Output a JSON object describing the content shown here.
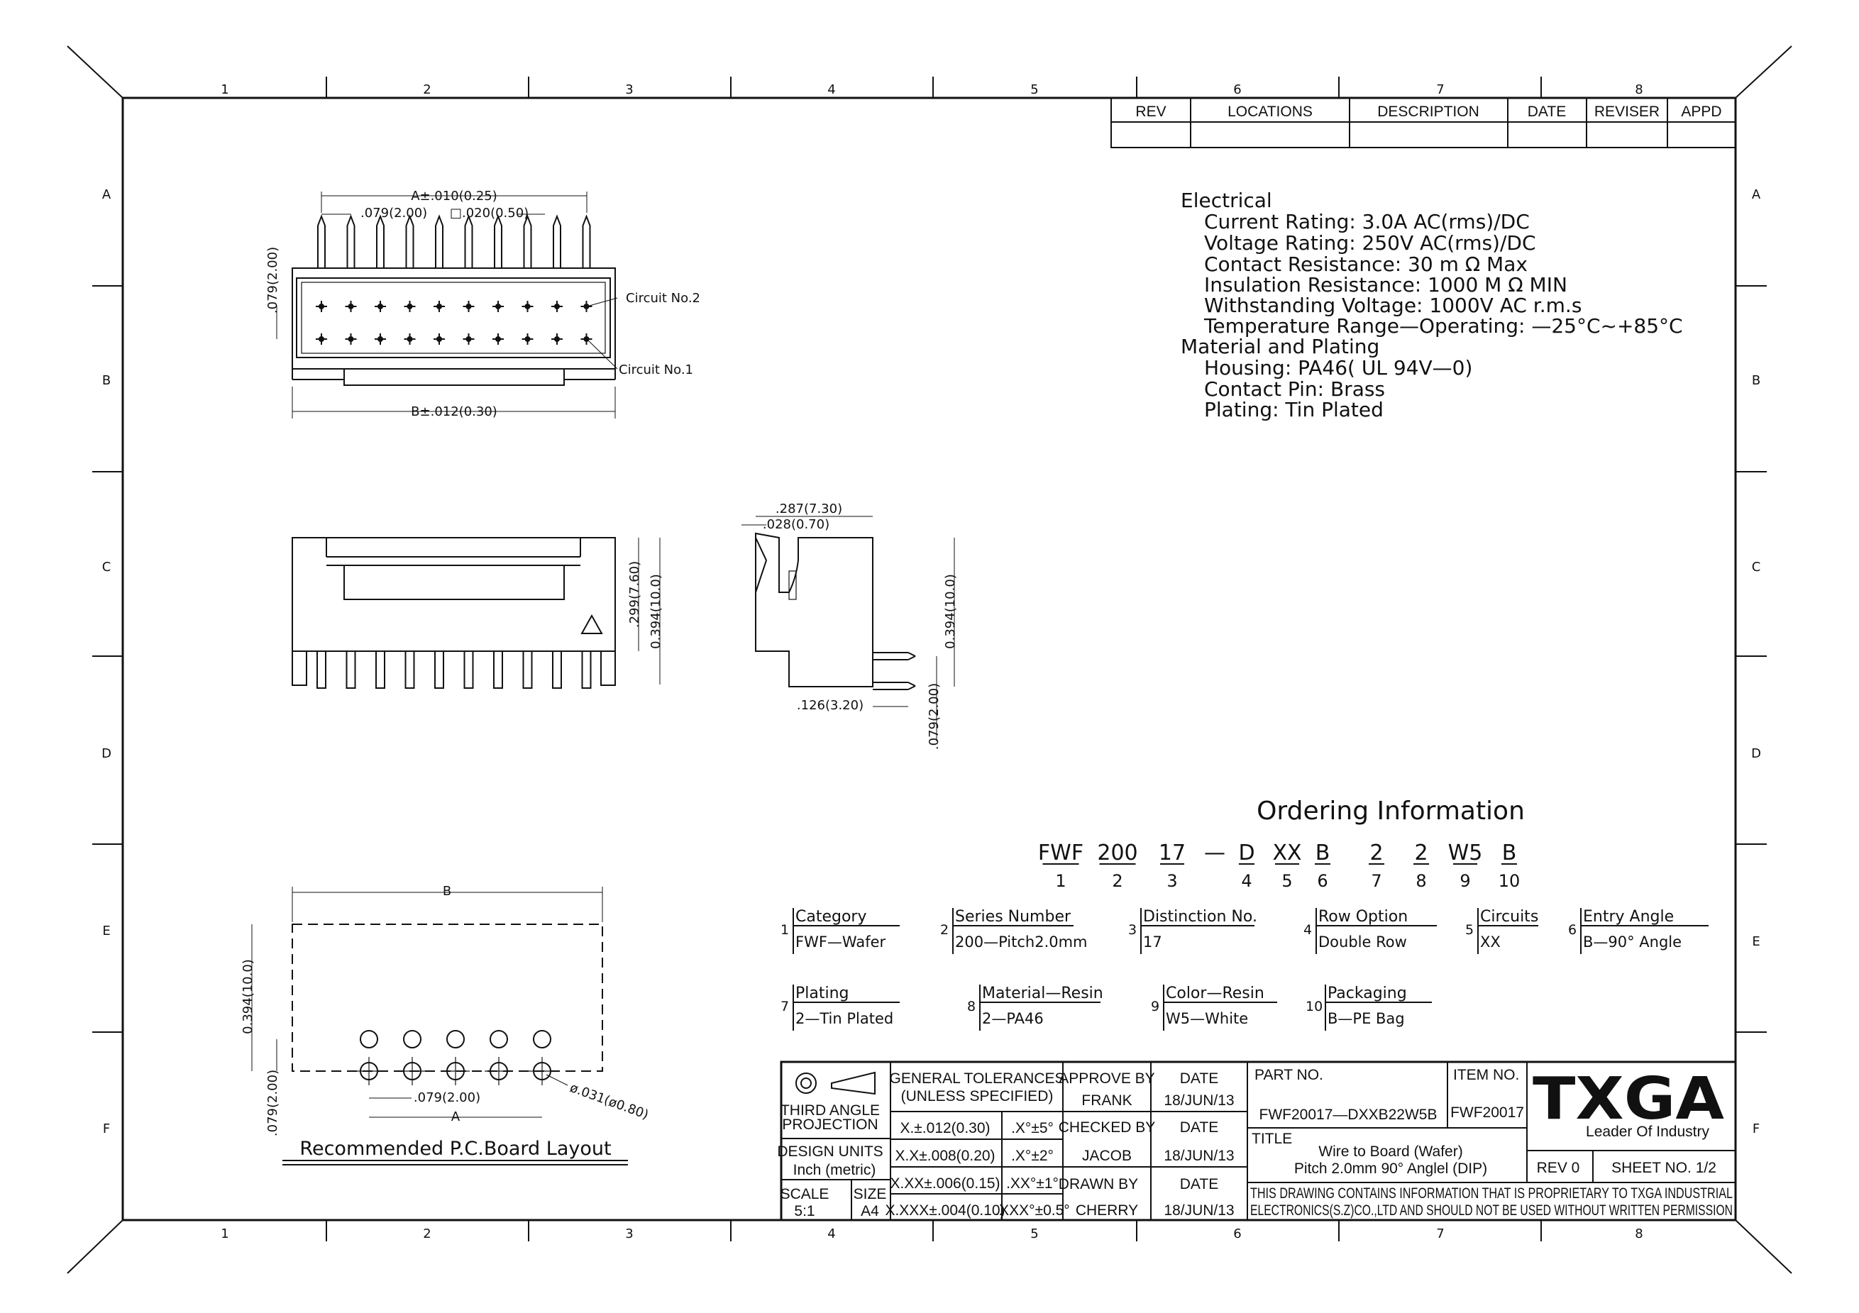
{
  "frame": {
    "col_labels": [
      "1",
      "2",
      "3",
      "4",
      "5",
      "6",
      "7",
      "8"
    ],
    "row_labels": [
      "A",
      "B",
      "C",
      "D",
      "E",
      "F"
    ]
  },
  "revision_table": {
    "headers": [
      "REV",
      "LOCATIONS",
      "DESCRIPTION",
      "DATE",
      "REVISER",
      "APPD"
    ]
  },
  "specs": {
    "electrical_title": "Electrical",
    "electrical": [
      "Current Rating: 3.0A  AC(rms)/DC",
      "Voltage  Rating: 250V  AC(rms)/DC",
      "Contact  Resistance: 30  m Ω  Max",
      "Insulation  Resistance: 1000  M Ω  MIN",
      "Withstanding  Voltage: 1000V  AC  r.m.s",
      "Temperature  Range—Operating: —25°C~+85°C"
    ],
    "material_title": "Material  and  Plating",
    "material": [
      "Housing: PA46(  UL  94V—0)",
      "Contact  Pin: Brass",
      "Plating: Tin  Plated"
    ]
  },
  "top_view": {
    "dim_a": "A±.010(0.25)",
    "dim_pitch": ".079(2.00)",
    "dim_pin": "□.020(0.50)",
    "dim_row": ".079(2.00)",
    "dim_b": "B±.012(0.30)",
    "circuit2": "Circuit  No.2",
    "circuit1": "Circuit  No.1"
  },
  "front_view": {
    "dim_h1": ".299(7.60)",
    "dim_h2": "0.394(10.0)"
  },
  "side_view": {
    "dim_w": ".287(7.30)",
    "dim_t": ".028(0.70)",
    "dim_h": "0.394(10.0)",
    "dim_tail": ".126(3.20)",
    "dim_pitch": ".079(2.00)"
  },
  "pcb_layout": {
    "title": "Recommended  P.C.Board  Layout",
    "dim_b": "B",
    "dim_h": "0.394(10.0)",
    "dim_row": ".079(2.00)",
    "dim_pitch": ".079(2.00)",
    "dim_a": "A",
    "dim_hole": "ø.031(ø0.80)"
  },
  "ordering": {
    "title": "Ordering  Information",
    "code_parts": [
      "FWF",
      "200",
      "17",
      "—",
      "D",
      "XX",
      "B",
      "2",
      "2",
      "W5",
      "B"
    ],
    "code_numbers": [
      "1",
      "2",
      "3",
      "4",
      "5",
      "6",
      "7",
      "8",
      "9",
      "10"
    ],
    "items": [
      {
        "num": "1",
        "label": "Category",
        "value": "FWF—Wafer"
      },
      {
        "num": "2",
        "label": "Series  Number",
        "value": "200—Pitch2.0mm"
      },
      {
        "num": "3",
        "label": "Distinction  No.",
        "value": "17"
      },
      {
        "num": "4",
        "label": "Row  Option",
        "value": "Double  Row"
      },
      {
        "num": "5",
        "label": "Circuits",
        "value": "XX"
      },
      {
        "num": "6",
        "label": "Entry  Angle",
        "value": "B—90°  Angle"
      },
      {
        "num": "7",
        "label": "Plating",
        "value": "2—Tin  Plated"
      },
      {
        "num": "8",
        "label": "Material—Resin",
        "value": "2—PA46"
      },
      {
        "num": "9",
        "label": "Color—Resin",
        "value": "W5—White"
      },
      {
        "num": "10",
        "label": "Packaging",
        "value": "B—PE  Bag"
      }
    ]
  },
  "title_block": {
    "projection": "THIRD ANGLE",
    "projection2": "PROJECTION",
    "design_units_label": "DESIGN  UNITS",
    "design_units": "Inch  (metric)",
    "scale_label": "SCALE",
    "scale": "5:1",
    "size_label": "SIZE",
    "size": "A4",
    "tol_title1": "GENERAL  TOLERANCES",
    "tol_title2": "(UNLESS  SPECIFIED)",
    "tol_linear": [
      "X.±.012(0.30)",
      "X.X±.008(0.20)",
      "X.XX±.006(0.15)",
      "X.XXX±.004(0.10)"
    ],
    "tol_angle": [
      ".X°±5°",
      ".X°±2°",
      ".XX°±1°",
      ".XXX°±0.5°"
    ],
    "approve_label": "APPROVE BY",
    "approve": "FRANK",
    "checked_label": "CHECKED BY",
    "checked": "JACOB",
    "drawn_label": "DRAWN BY",
    "drawn": "CHERRY",
    "date_label": "DATE",
    "date1": "18/JUN/13",
    "date2": "18/JUN/13",
    "date3": "18/JUN/13",
    "part_no_label": "PART NO.",
    "part_no": "FWF20017—DXXB22W5B",
    "item_no_label": "ITEM NO.",
    "item_no": "FWF20017",
    "logo": "TXGA",
    "tagline": "Leader  Of  Industry",
    "title_label": "TITLE",
    "title1": "Wire  to  Board  (Wafer)",
    "title2": "Pitch  2.0mm  90°  Anglel  (DIP)",
    "rev": "REV  0",
    "sheet": "SHEET  NO.  1/2",
    "notice1": "THIS  DRAWING  CONTAINS  INFORMATION  THAT  IS  PROPRIETARY  TO  TXGA  INDUSTRIAL",
    "notice2": "ELECTRONICS(S.Z)CO.,LTD  AND  SHOULD  NOT  BE  USED  WITHOUT  WRITTEN  PERMISSION"
  }
}
